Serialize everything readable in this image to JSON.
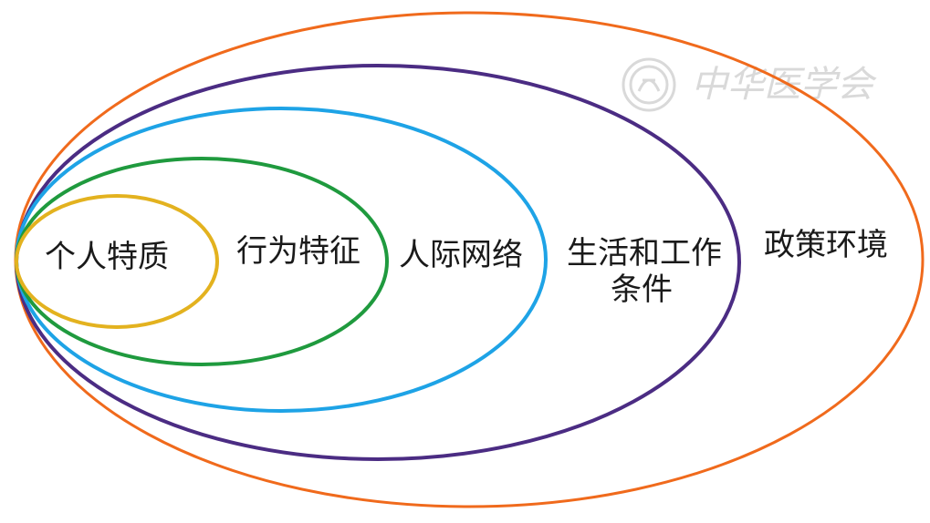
{
  "diagram": {
    "type": "nested-ellipses",
    "layers": [
      {
        "id": "individual",
        "label": "个人特质",
        "color": "#e3b21f"
      },
      {
        "id": "behavior",
        "label": "行为特征",
        "color": "#1f9a3e"
      },
      {
        "id": "social",
        "label": "人际网络",
        "color": "#1ea3e6"
      },
      {
        "id": "living",
        "label_line1": "生活和工作",
        "label_line2": "条件",
        "color": "#4b2c83"
      },
      {
        "id": "policy",
        "label": "政策环境",
        "color": "#f06a1c"
      }
    ]
  },
  "watermark": {
    "text": "中华医学会",
    "color": "#d9d9d9"
  }
}
